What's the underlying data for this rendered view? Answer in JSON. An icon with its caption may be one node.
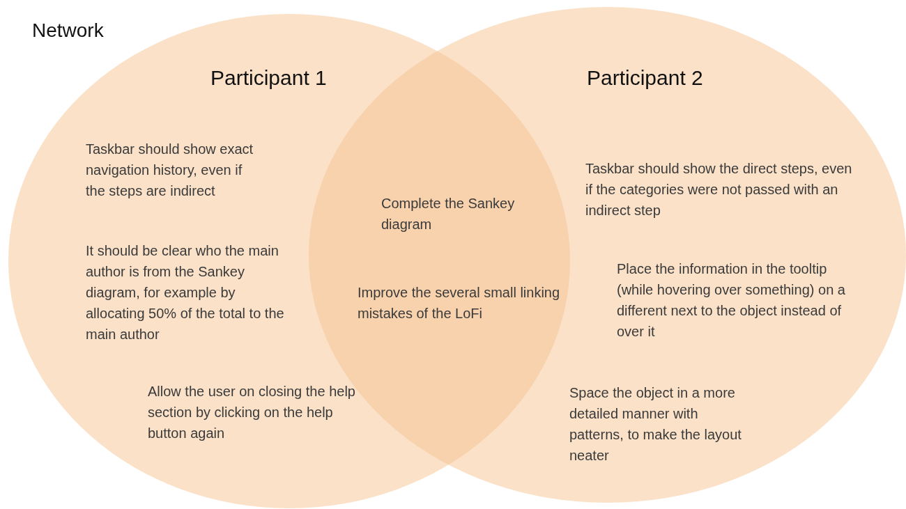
{
  "diagram": {
    "title": "Network",
    "nodes": [
      {
        "text": [
          "Participant 1"
        ]
      },
      {
        "text": [
          "Participant 2"
        ]
      }
    ],
    "labels": [
      "Taskbar should show exact navigation history, even if the steps are indirect",
      "It should be clear who the main author is from the Sankey diagram, for example by allocating 50% of the total to the main author",
      "Allow the user on closing the help section by clicking on the help button again",
      "Complete the Sankey diagram",
      "Improve the several small linking mistakes of the LoFi",
      "Taskbar should show the direct steps, even if the categories were not passed with an indirect step",
      "Place the information in the tooltip (while hovering over something) on a different next to the object instead of over it",
      "Space the object in a more detailed manner with patterns, to make the layout neater"
    ]
  }
}
